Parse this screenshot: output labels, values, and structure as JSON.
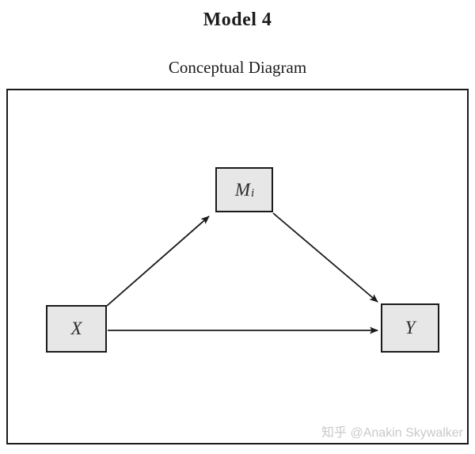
{
  "header": {
    "title": "Model 4",
    "subtitle": "Conceptual Diagram"
  },
  "diagram": {
    "nodes": [
      {
        "id": "X",
        "label": "X",
        "subscript": ""
      },
      {
        "id": "M",
        "label": "M",
        "subscript": "i"
      },
      {
        "id": "Y",
        "label": "Y",
        "subscript": ""
      }
    ],
    "edges": [
      {
        "from": "X",
        "to": "M"
      },
      {
        "from": "M",
        "to": "Y"
      },
      {
        "from": "X",
        "to": "Y"
      }
    ]
  },
  "watermark": {
    "text": "知乎 @Anakin Skywalker"
  },
  "colors": {
    "node_fill": "#e7e7e7",
    "node_border": "#1a1a1a",
    "frame_border": "#1a1a1a",
    "arrow_line": "#1a1a1a",
    "title_text": "#1c1c1c",
    "watermark_text": "#c9c9c9"
  }
}
